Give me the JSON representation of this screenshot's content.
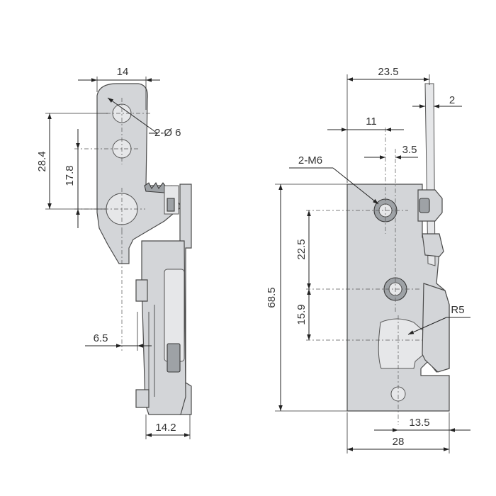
{
  "side_view": {
    "dim_width_top": "14",
    "dim_holes": "2-Ø 6",
    "dim_height_28_4": "28.4",
    "dim_height_17_8": "17.8",
    "dim_offset": "6.5",
    "dim_width_bottom": "14.2"
  },
  "front_view": {
    "dim_width_top": "23.5",
    "dim_plate_thickness": "2",
    "dim_hole_offset": "11",
    "dim_small_offset": "3.5",
    "dim_threads": "2-M6",
    "dim_total_height": "68.5",
    "dim_spacing_22_5": "22.5",
    "dim_spacing_15_9": "15.9",
    "dim_radius": "R5",
    "dim_bottom_offset": "13.5",
    "dim_total_width": "28"
  }
}
